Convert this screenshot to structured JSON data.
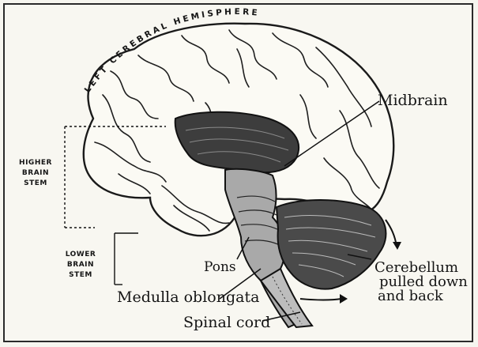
{
  "labels": {
    "hemisphere": "LEFT CEREBRAL HEMISPHERE",
    "midbrain": "Midbrain",
    "higher_stem": [
      "HIGHER",
      "BRAIN",
      "STEM"
    ],
    "lower_stem": [
      "LOWER",
      "BRAIN",
      "STEM"
    ],
    "pons": "Pons",
    "cerebellum": [
      "Cerebellum",
      "pulled down",
      "and back"
    ],
    "medulla": "Medulla oblongata",
    "spinal_cord": "Spinal cord"
  }
}
